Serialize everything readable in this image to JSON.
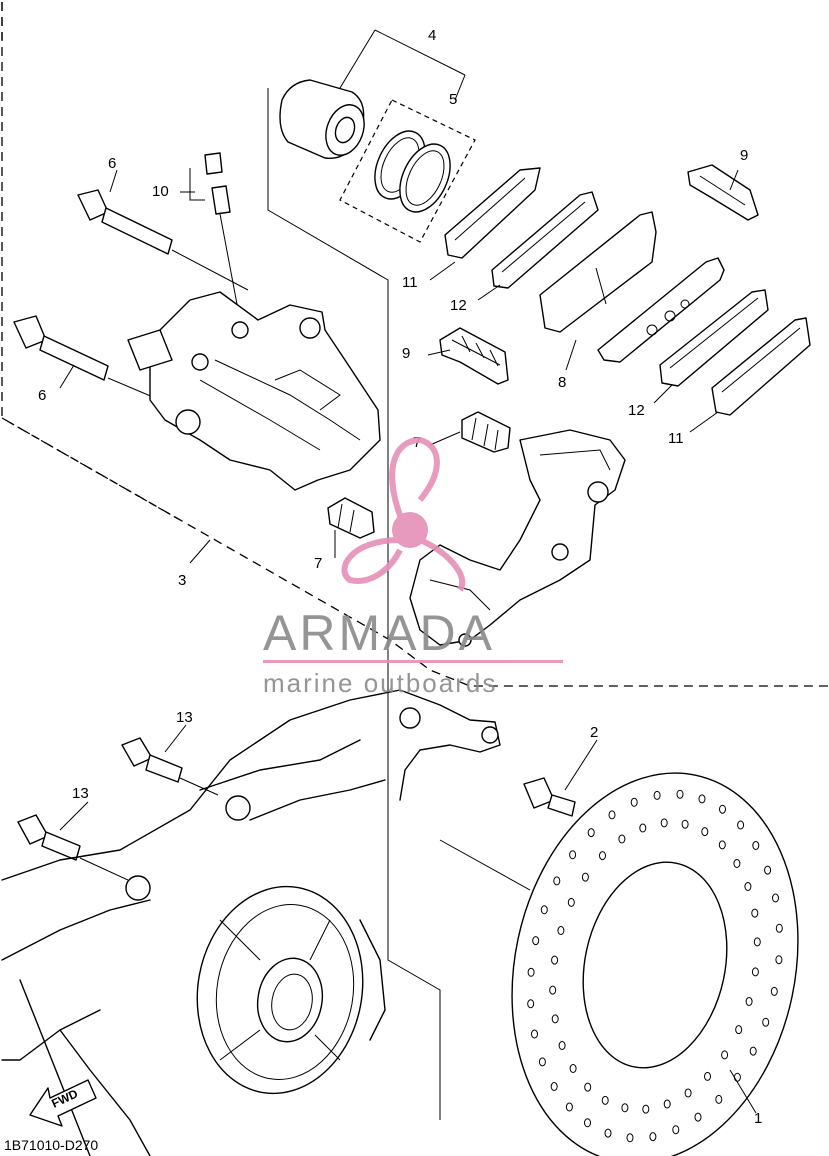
{
  "diagram_code": "1B71010-D270",
  "direction_label": "FWD",
  "watermark": {
    "brand": "ARMADA",
    "tagline": "marine outboards",
    "color_gray": "#8a8a8a",
    "color_pink": "#e58fb8"
  },
  "callouts": {
    "c1": "1",
    "c2": "2",
    "c3": "3",
    "c4": "4",
    "c5": "5",
    "c6a": "6",
    "c6b": "6",
    "c7a": "7",
    "c7b": "7",
    "c8": "8",
    "c9a": "9",
    "c9b": "9",
    "c10": "10",
    "c11a": "11",
    "c11b": "11",
    "c12a": "12",
    "c12b": "12",
    "c13a": "13",
    "c13b": "13"
  }
}
